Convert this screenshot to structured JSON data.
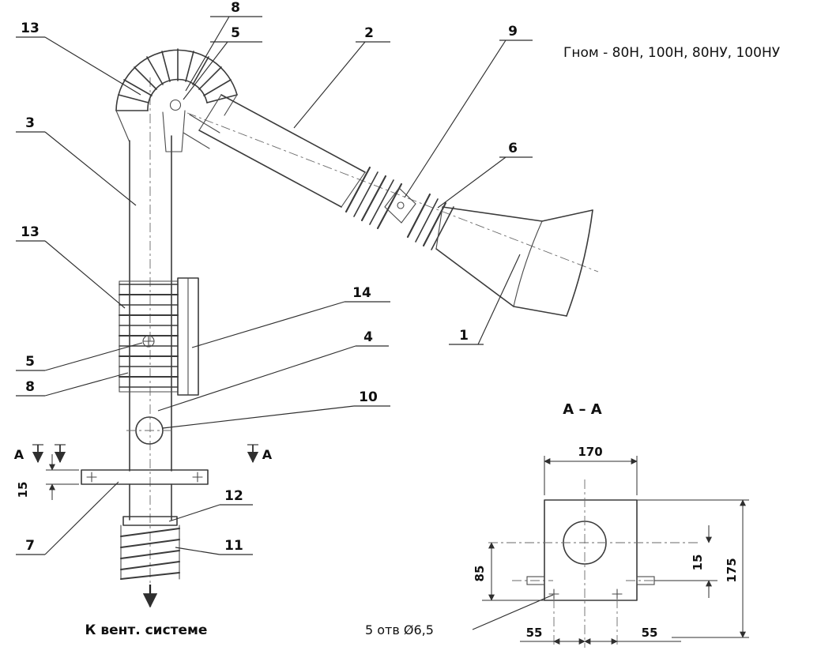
{
  "title": "Гном - 80Н, 100Н, 80НУ, 100НУ",
  "bottom_note": "К вент. системе",
  "section_markers": {
    "left": "А",
    "right": "А"
  },
  "dimensions": {
    "flange_thickness": "15"
  },
  "callouts": [
    {
      "label": "13"
    },
    {
      "label": "8"
    },
    {
      "label": "5"
    },
    {
      "label": "2"
    },
    {
      "label": "9"
    },
    {
      "label": "3"
    },
    {
      "label": "6"
    },
    {
      "label": "13"
    },
    {
      "label": "14"
    },
    {
      "label": "4"
    },
    {
      "label": "5"
    },
    {
      "label": "8"
    },
    {
      "label": "10"
    },
    {
      "label": "1"
    },
    {
      "label": "12"
    },
    {
      "label": "7"
    },
    {
      "label": "11"
    }
  ],
  "section_view": {
    "title": "А – А",
    "dim_width": "170",
    "dim_left": "85",
    "dim_right_inner": "15",
    "dim_right_outer": "175",
    "dim_bottom_left": "55",
    "dim_bottom_right": "55",
    "holes_note": "5 отв Ø6,5"
  }
}
